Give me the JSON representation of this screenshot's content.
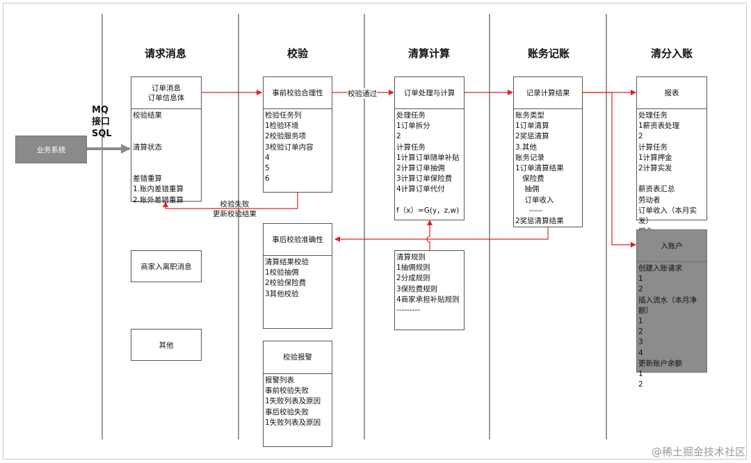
{
  "lanes": {
    "request": "请求消息",
    "verify": "校验",
    "settle": "清算计算",
    "account": "账务记账",
    "split": "清分入账"
  },
  "source": {
    "system": "业务系统",
    "channels": "MQ\n接口\nSQL"
  },
  "boxes": {
    "order_msg": {
      "title": "订单消息\n订单信息体",
      "body": "校验结果\n\n\n清算状态\n\n\n差错重算\n1.账内差错重算\n2.账外差错重算"
    },
    "merchant_msg": {
      "title": "商家入离职消息"
    },
    "other": {
      "title": "其他"
    },
    "pre_check": {
      "title": "事前校验合理性",
      "body": "检验任务列\n1检验环境\n2校验服务项\n3校验订单内容\n4\n5\n6"
    },
    "post_check": {
      "title": "事后校验准确性",
      "body": "清算结果校验\n1校验抽佣\n2校验保险费\n3其他校验"
    },
    "alarm": {
      "title": "校验报警",
      "body": "报警列表\n事前校验失败\n1失败列表及原因\n事后校验失败\n1失败列表及原因"
    },
    "order_calc": {
      "title": "订单处理与计算",
      "body": "处理任务\n1订单拆分\n2\n计算任务\n1计算订单随单补贴\n2计算订单抽佣\n3计算订单保险费\n4计算订单代付\n\nf（x）=G(y，z,w)"
    },
    "rules": {
      "body": "清算规则\n1抽佣规则\n2分成规则\n3保险费规则\n4商家承担补贴规则\n---------"
    },
    "record": {
      "title": "记录计算结果",
      "body": "账务类型\n1订单清算\n2奖惩清算\n3.其他\n账务记录\n1订单清算结果\n   保险费\n    抽佣\n    订单收入\n      -----\n2奖惩清算结果"
    },
    "report": {
      "title": "报表",
      "body": "处理任务\n1薪资表处理\n2\n计算任务\n1计算押金\n2计算实发\n\n薪资表汇总\n劳动者\n订单收入（本月实\n发）\n押金"
    },
    "entry": {
      "title": "入账户",
      "body": "创建入账请求\n1\n2\n插入流水（本月净\n额）\n1\n2\n3\n4\n更新账户余额\n1\n2"
    }
  },
  "edge_labels": {
    "pass": "校验通过",
    "fail": "校验失败\n更新校验结果"
  },
  "colors": {
    "arrow": "#e02020",
    "lane_line": "#9a9a9a",
    "gray_box": "#8c8c8c"
  },
  "watermark": "@稀土掘金技术社区"
}
